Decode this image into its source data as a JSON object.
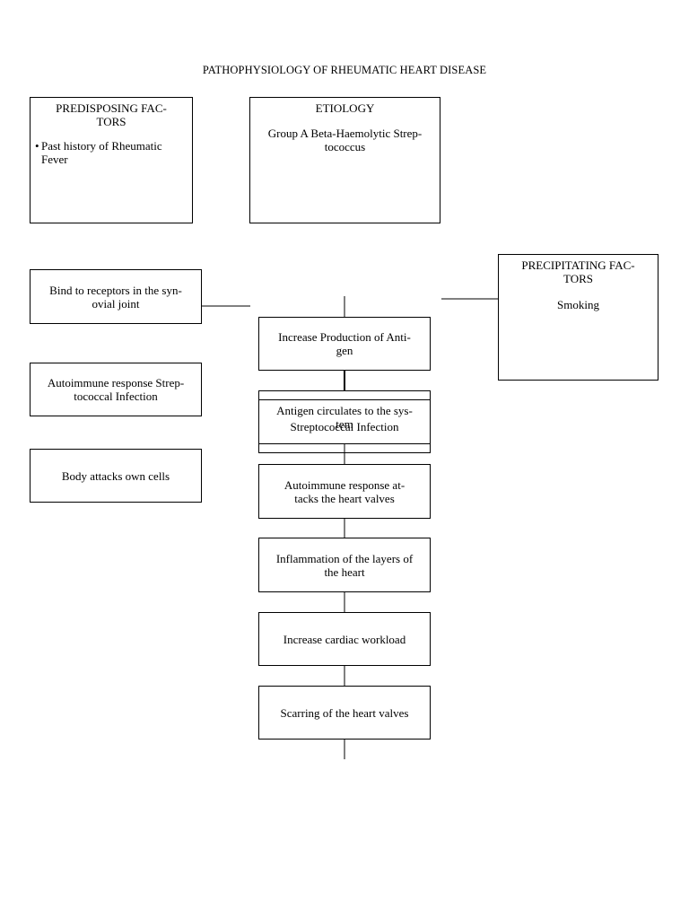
{
  "title": "PATHOPHYSIOLOGY OF RHEUMATIC HEART DISEASE",
  "predisposing": {
    "heading": "PREDISPOSING FAC-\nTORS",
    "items": [
      "Past history of Rheumatic Fever"
    ]
  },
  "etiology": {
    "heading": "ETIOLOGY",
    "body": "Group A Beta-Haemolytic Strep-\ntococcus"
  },
  "precipitating": {
    "heading": "PRECIPITATING FAC-\nTORS",
    "body": "Smoking"
  },
  "left_column": [
    "Bind to receptors in the  syn-\novial joint",
    "Autoimmune response Strep-\ntococcal Infection",
    "Body attacks own cells"
  ],
  "flow": {
    "step1": "Increase Production of Anti-\ngen",
    "step2_back": "Antigen circulates to the sys-\ntem",
    "step2_front": "Streptococcal Infection",
    "step3": "Autoimmune response at-\ntacks the heart valves",
    "step4": "Inflammation of the layers of\nthe heart",
    "step5": "Increase cardiac workload",
    "step6": "Scarring of the heart valves"
  }
}
